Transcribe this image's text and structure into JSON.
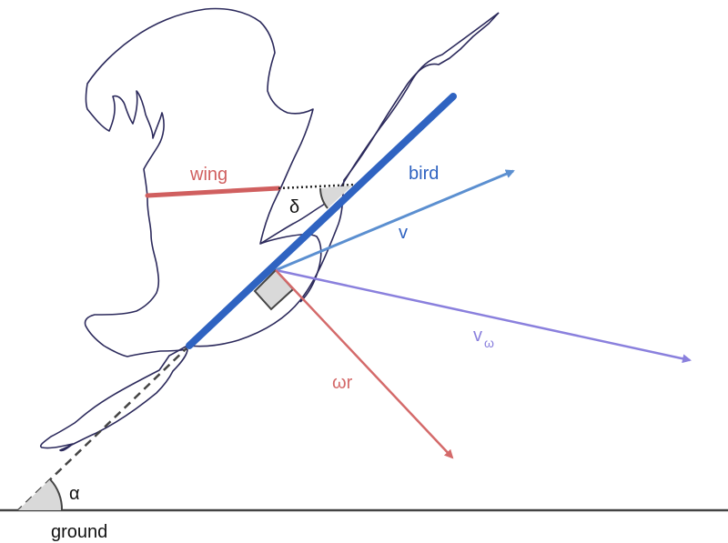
{
  "labels": {
    "wing": "wing",
    "bird": "bird",
    "v": "v",
    "v_omega_base": "v",
    "v_omega_sub": "ω",
    "omega_r": "ωr",
    "delta": "δ",
    "alpha": "α",
    "ground": "ground"
  },
  "colors": {
    "wing": "#d05f5f",
    "bird": "#2f63c1",
    "v": "#5b8fd0",
    "v_omega": "#8a80dd",
    "omega_r": "#d46a6a",
    "outline": "#2c2a5c",
    "ground": "#444444",
    "angle_fill": "#d9d9d9"
  }
}
